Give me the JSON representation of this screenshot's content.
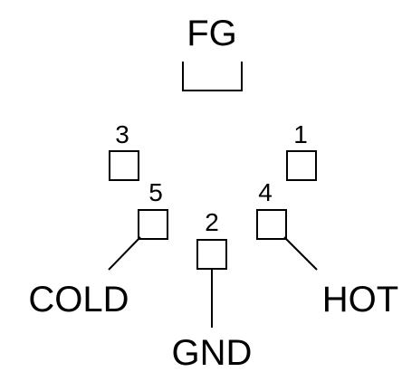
{
  "diagram": {
    "labels": {
      "fg": "FG",
      "cold": "COLD",
      "hot": "HOT",
      "gnd": "GND"
    },
    "pins": {
      "p1": "1",
      "p2": "2",
      "p3": "3",
      "p4": "4",
      "p5": "5"
    },
    "colors": {
      "stroke": "#000000",
      "background": "#ffffff"
    }
  }
}
